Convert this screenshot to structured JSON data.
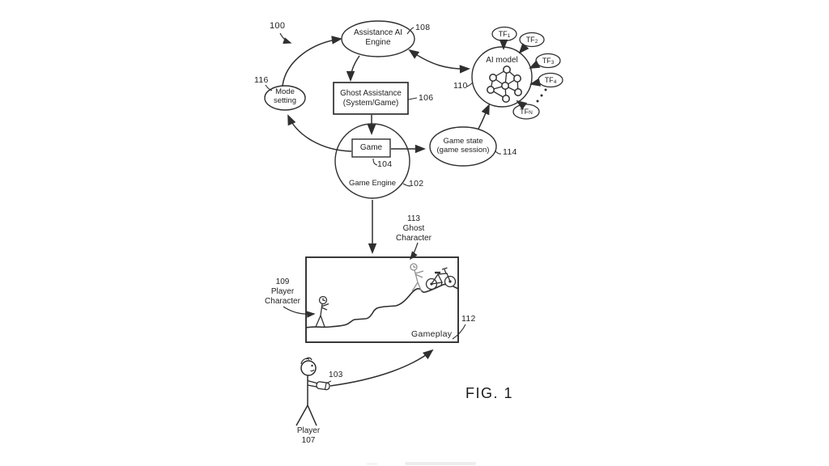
{
  "figure": {
    "ref": "100",
    "caption": "FIG. 1"
  },
  "diagram": {
    "assistance_ai_engine": {
      "label": "Assistance AI\nEngine",
      "ref": "108"
    },
    "mode_setting": {
      "label": "Mode\nsetting",
      "ref": "116"
    },
    "ghost_assistance": {
      "label": "Ghost Assistance\n(System/Game)",
      "ref": "106"
    },
    "ai_model": {
      "label": "AI model",
      "ref": "110"
    },
    "tf_inputs": [
      {
        "label": "TF",
        "sub": "1"
      },
      {
        "label": "TF",
        "sub": "2"
      },
      {
        "label": "TF",
        "sub": "3"
      },
      {
        "label": "TF",
        "sub": "4"
      },
      {
        "label": "TF",
        "sub": "N"
      }
    ],
    "game": {
      "label": "Game",
      "ref": "104"
    },
    "game_engine": {
      "label": "Game Engine",
      "ref": "102"
    },
    "game_state": {
      "label": "Game state\n(game session)",
      "ref": "114"
    }
  },
  "gameplay": {
    "label": "Gameplay",
    "ref": "112",
    "ghost_character_label": "113\nGhost\nCharacter",
    "player_character_label": "109\nPlayer\nCharacter"
  },
  "player": {
    "label": "Player\n107",
    "controller_ref": "103"
  }
}
